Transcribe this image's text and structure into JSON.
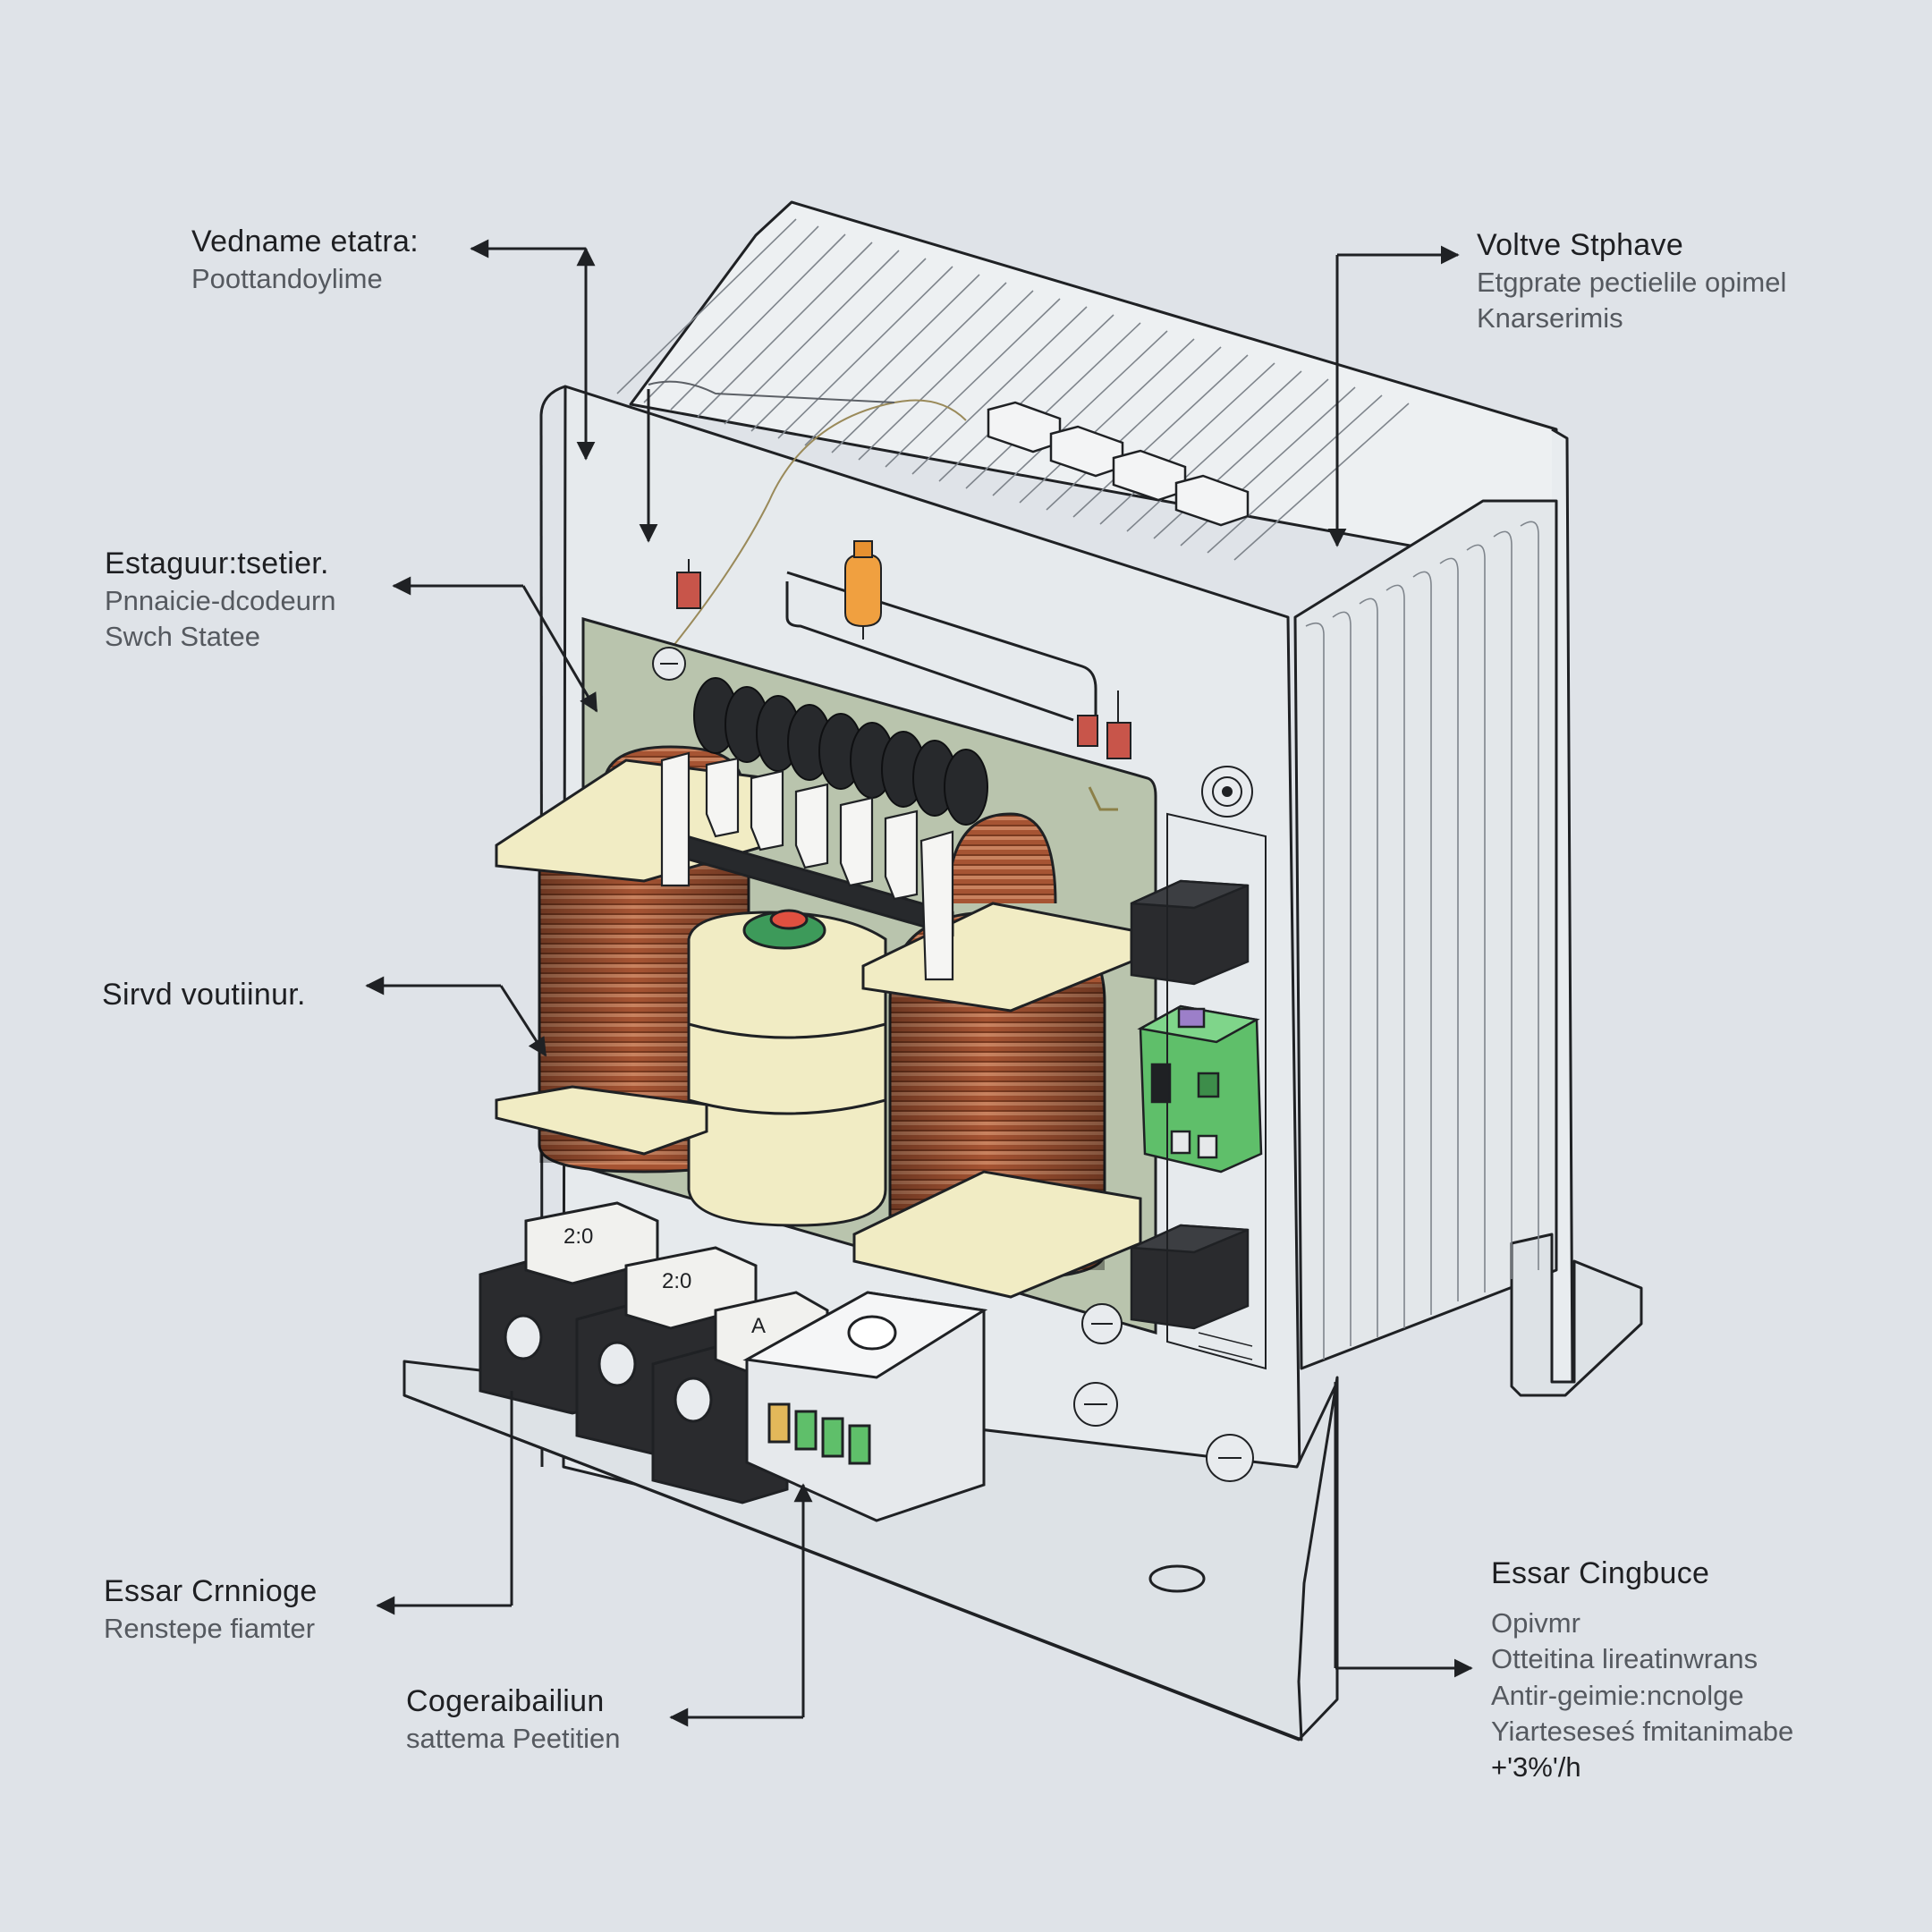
{
  "colors": {
    "background": "#dfe3e8",
    "outline": "#1f2124",
    "copper": "#a0522d",
    "bobbin": "#f1ecc4",
    "pcb_green": "#5fbf6a",
    "backplate": "#b9c4ad"
  },
  "callouts": {
    "top_left": {
      "title": "Vedname etatra:",
      "lines": [
        "Poottandoylime"
      ]
    },
    "top_right": {
      "title": "Voltve  Stphave",
      "lines": [
        "Etgprate pectielile opimel",
        "Knarserimis"
      ]
    },
    "mid_left": {
      "title": "Estaguur:tsetier.",
      "lines": [
        "Pnnaicie-dcodeurn",
        "Swch Statee"
      ]
    },
    "servo": {
      "title": "Sirvd voutiinur.",
      "lines": []
    },
    "bottom_left": {
      "title": "Essar Crnnioge",
      "lines": [
        "Renstepe fiamter"
      ]
    },
    "bottom_center": {
      "title": "Cogeraibailiun",
      "lines": [
        "sattema Peetitien"
      ]
    },
    "bottom_right": {
      "title": "Essar Cingbuce",
      "lines": [
        "Opivmr",
        "Otteitina lireatinwrans",
        "Antir-geimie:ncnolge",
        "Yiarteseseś fmitanimabe",
        "+'3%'/h"
      ]
    }
  },
  "breaker_labels": [
    "2:0",
    "2:0",
    "A"
  ],
  "icons": [
    "arrow-icon",
    "screw-icon",
    "gear-icon"
  ]
}
